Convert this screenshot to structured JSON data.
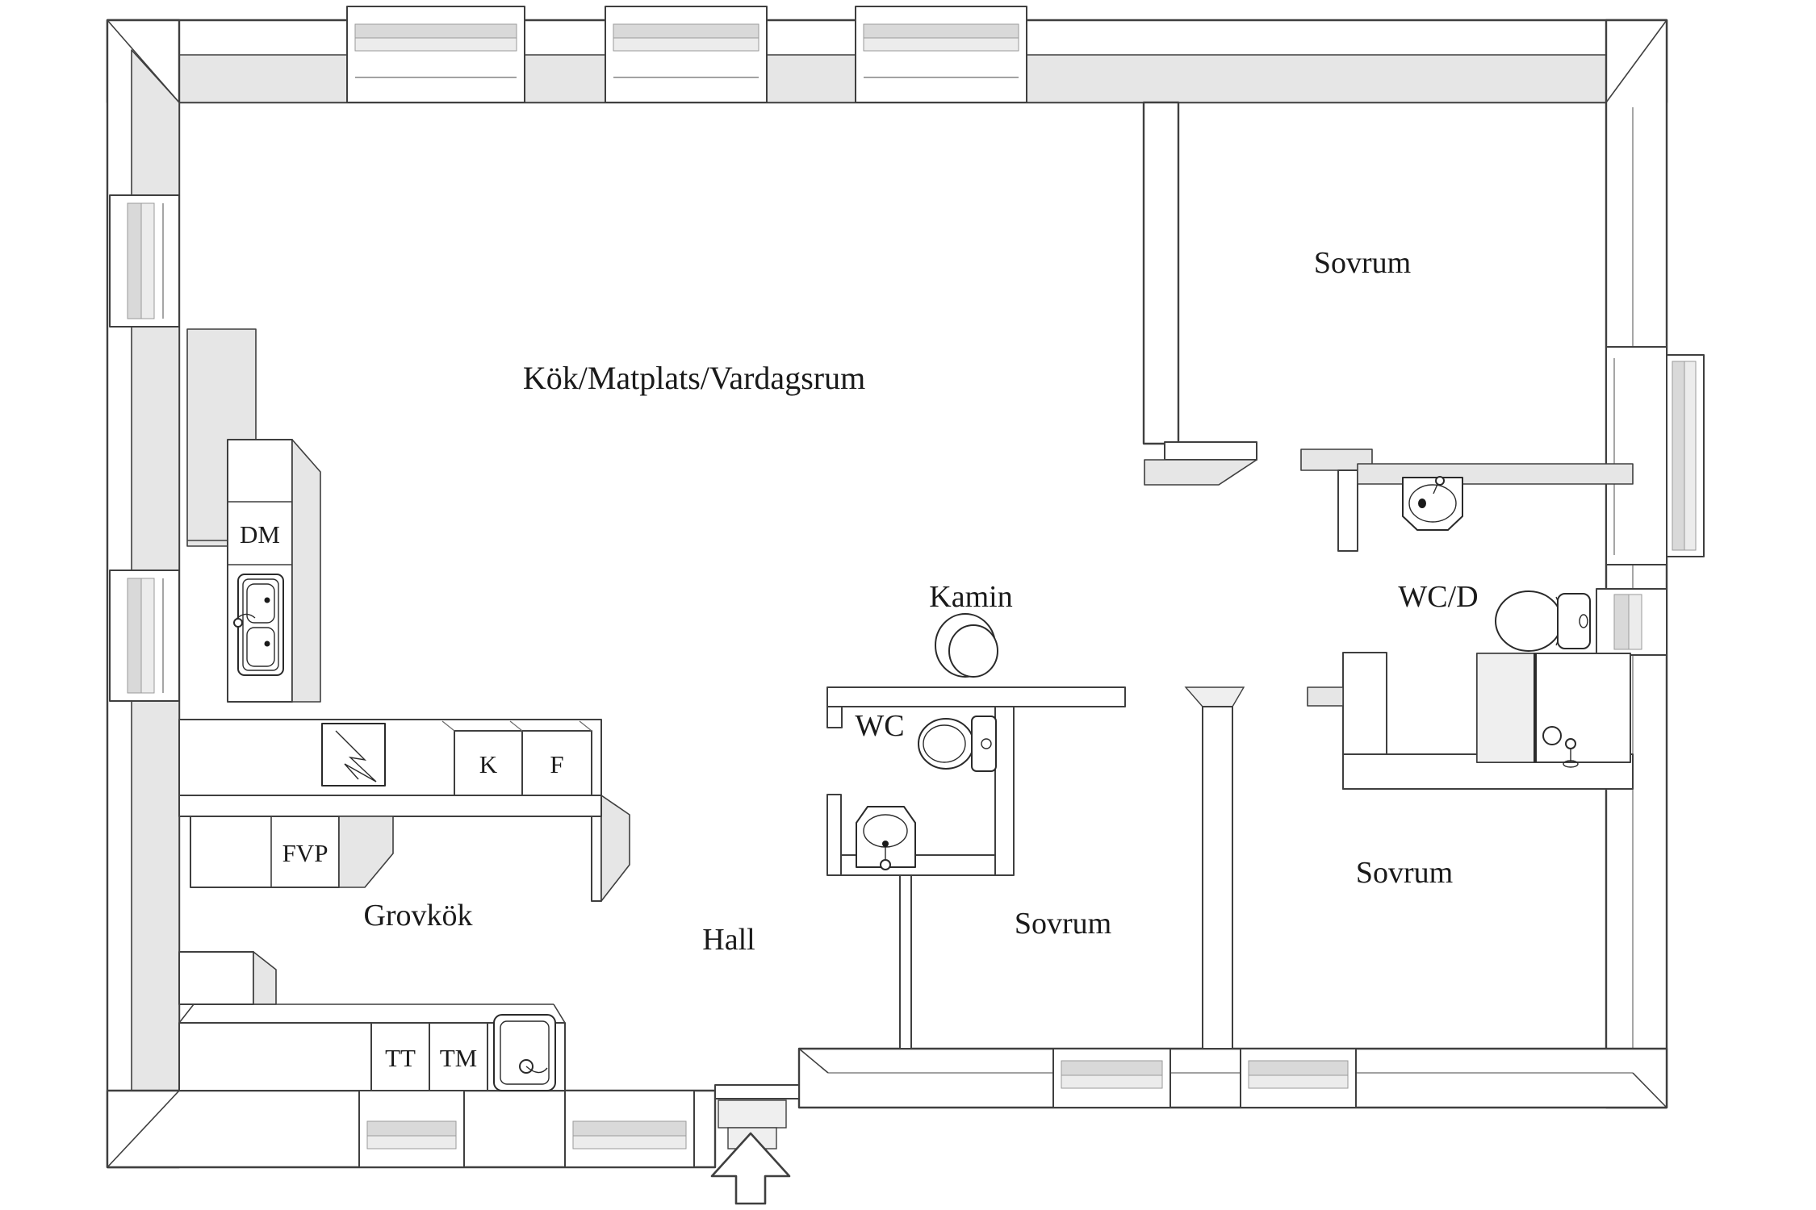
{
  "floor_plan": {
    "background_color": "#ffffff",
    "line_color": "#3f3f3f",
    "wall_face_color": "#e6e6e6",
    "text_color": "#1a1a1a",
    "rooms": {
      "kitchen_dining_living": {
        "label": "Kök/Matplats/Vardagsrum"
      },
      "bedroom_northeast": {
        "label": "Sovrum"
      },
      "bedroom_middle": {
        "label": "Sovrum"
      },
      "bedroom_southeast": {
        "label": "Sovrum"
      },
      "wc": {
        "label": "WC"
      },
      "bathroom": {
        "label": "WC/D"
      },
      "hall": {
        "label": "Hall"
      },
      "utility_kitchen": {
        "label": "Grovkök"
      }
    },
    "features": {
      "fireplace": {
        "label": "Kamin"
      }
    },
    "appliances": {
      "dishwasher": {
        "label": "DM"
      },
      "fridge": {
        "label": "K"
      },
      "freezer": {
        "label": "F"
      },
      "heat_pump": {
        "label": "FVP"
      },
      "tumble_dryer": {
        "label": "TT"
      },
      "washing_machine": {
        "label": "TM"
      }
    }
  }
}
